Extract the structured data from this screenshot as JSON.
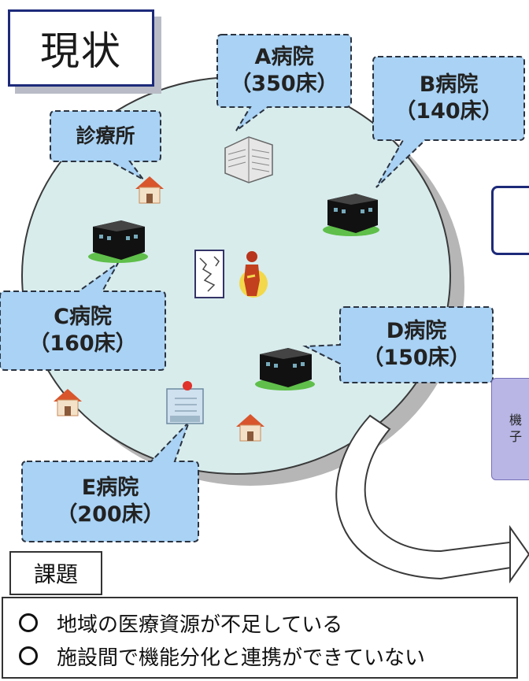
{
  "title": "現状",
  "hospitals": [
    {
      "id": "a",
      "name": "A病院",
      "beds": "（350床）"
    },
    {
      "id": "b",
      "name": "B病院",
      "beds": "（140床）"
    },
    {
      "id": "c",
      "name": "C病院",
      "beds": "（160床）"
    },
    {
      "id": "d",
      "name": "D病院",
      "beds": "（150床）"
    },
    {
      "id": "e",
      "name": "E病院",
      "beds": "（200床）"
    }
  ],
  "clinic_label": "診療所",
  "issues": {
    "heading": "課題",
    "items": [
      "地域の医療資源が不足している",
      "施設間で機能分化と連携ができていない"
    ]
  },
  "partial_box": {
    "line1": "機",
    "line2": "子"
  },
  "colors": {
    "region_fill": "#d8ecec",
    "callout_fill": "#a9d2f4",
    "callout_border": "#2a3340",
    "title_border": "#1d2a7a",
    "purple_box": "#b9b6e6"
  },
  "icons": {
    "large_hospital": "office-building-icon",
    "hospital": "hospital-building-icon",
    "clinic": "house-icon",
    "patient": "person-icon",
    "document": "medical-document-icon",
    "clinic_with_cross": "clinic-cross-icon"
  }
}
